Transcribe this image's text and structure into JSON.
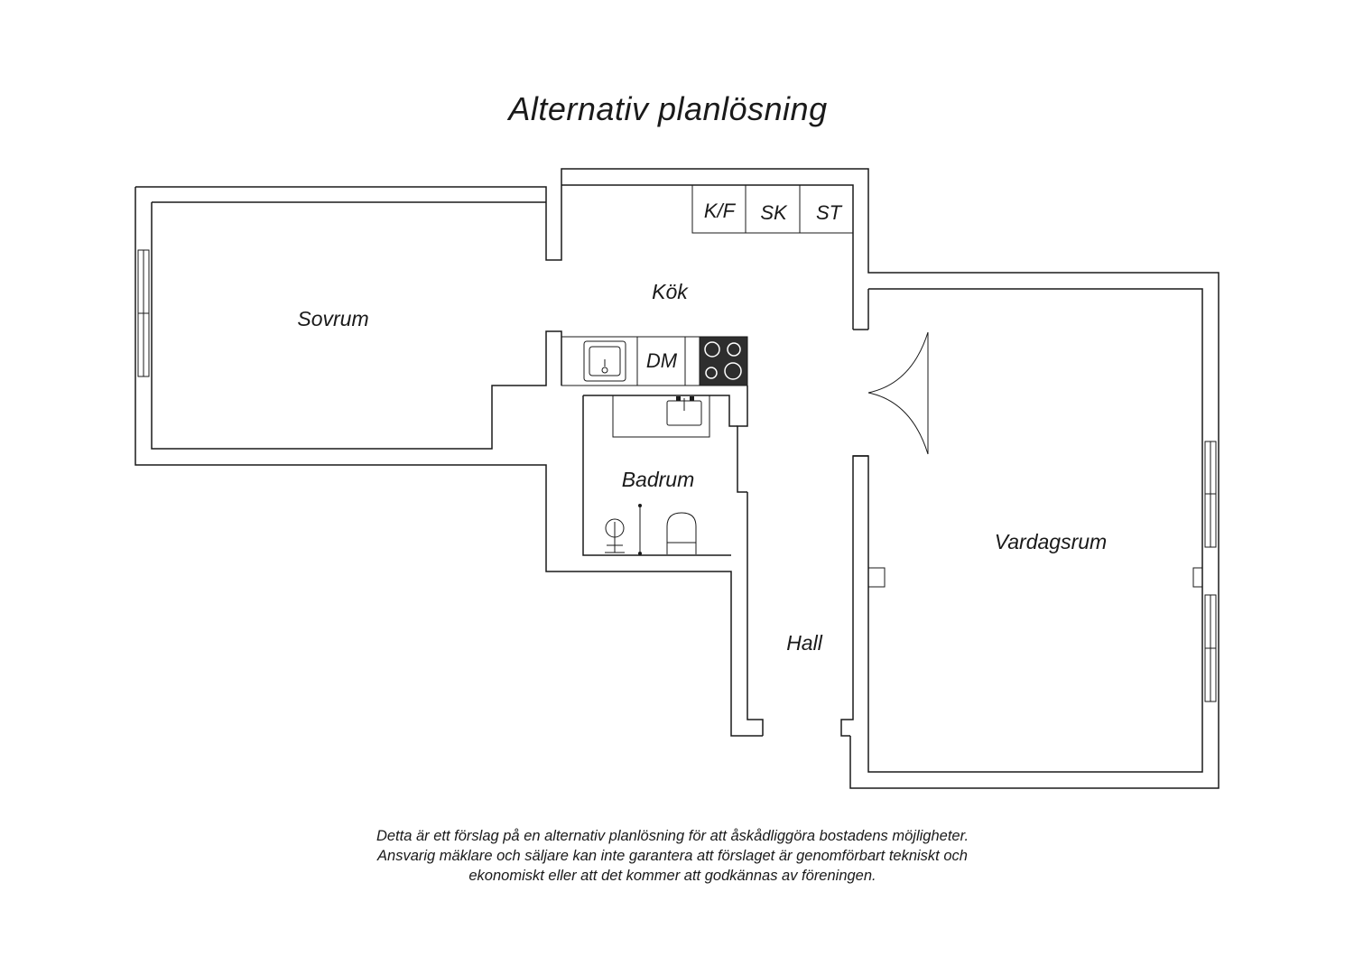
{
  "title": "Alternativ planlösning",
  "rooms": {
    "sovrum": "Sovrum",
    "kok": "Kök",
    "badrum": "Badrum",
    "vardagsrum": "Vardagsrum",
    "hall": "Hall"
  },
  "fixtures": {
    "kf": "K/F",
    "sk": "SK",
    "st": "ST",
    "dm": "DM"
  },
  "disclaimer": {
    "line1": "Detta är ett förslag på en alternativ planlösning för att åskådliggöra bostadens möjligheter.",
    "line2": "Ansvarig mäklare och säljare kan inte garantera att förslaget är genomförbart tekniskt och",
    "line3": "ekonomiskt eller att det kommer att godkännas av föreningen."
  },
  "colors": {
    "line": "#1a1a1a",
    "background": "#ffffff",
    "stove": "#2e2e2e"
  }
}
